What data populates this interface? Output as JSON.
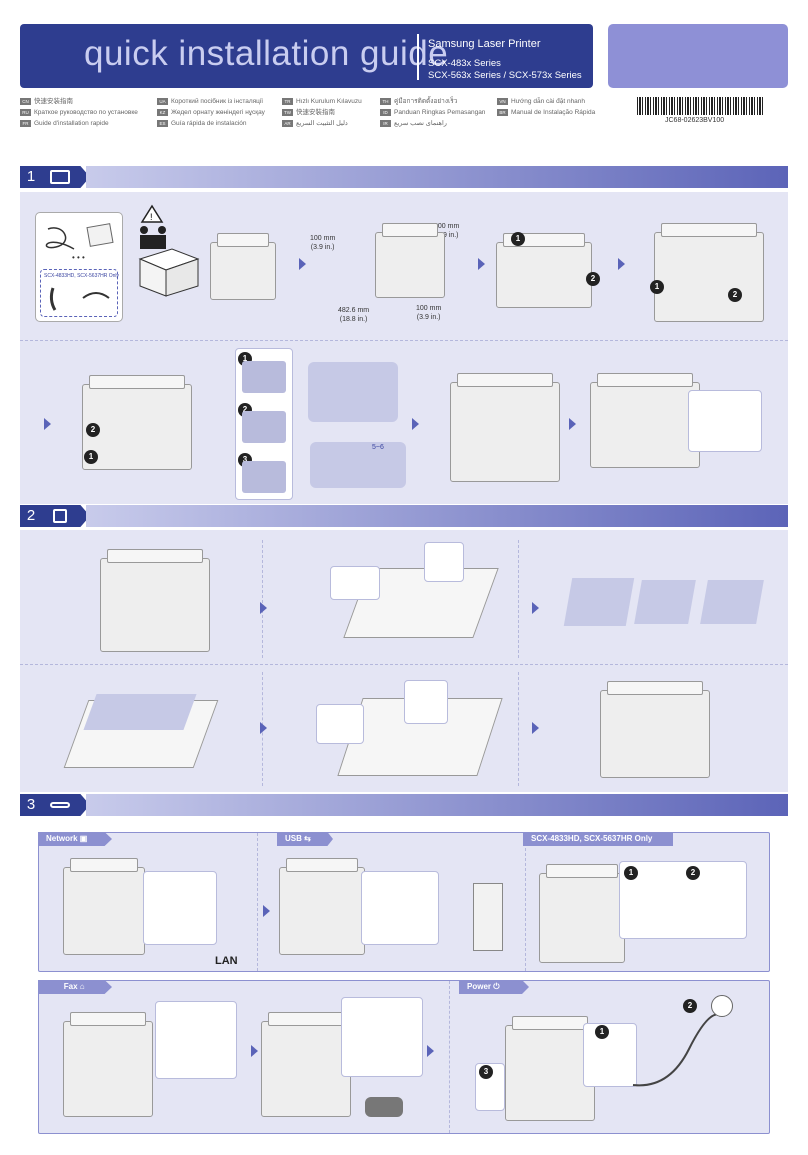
{
  "header": {
    "title": "quick installation guide",
    "brand": "Samsung Laser Printer",
    "series_line1": "SCX-483x Series",
    "series_line2": "SCX-563x Series / SCX-573x Series"
  },
  "languages": [
    {
      "code": "CN",
      "text": "快速安装指南"
    },
    {
      "code": "RU",
      "text": "Краткое руководство по установке"
    },
    {
      "code": "FR",
      "text": "Guide d'installation rapide"
    },
    {
      "code": "UA",
      "text": "Короткий посібник із інсталяції"
    },
    {
      "code": "KZ",
      "text": "Жедел орнату жөніндегі нұсқау"
    },
    {
      "code": "ES",
      "text": "Guía rápida de instalación"
    },
    {
      "code": "TR",
      "text": "Hızlı Kurulum Kılavuzu"
    },
    {
      "code": "TW",
      "text": "快速安裝指南"
    },
    {
      "code": "AR",
      "text": "دليل التثبيت السريع"
    },
    {
      "code": "TH",
      "text": "คู่มือการติดตั้งอย่างเร็ว"
    },
    {
      "code": "ID",
      "text": "Panduan Ringkas Pemasangan"
    },
    {
      "code": "IR",
      "text": "راهنمای نصب سریع"
    },
    {
      "code": "VN",
      "text": "Hướng dẫn cài đặt nhanh"
    },
    {
      "code": "BR",
      "text": "Manual de Instalação Rápida"
    }
  ],
  "part_number": "JC68-02623BV100",
  "sections": [
    {
      "number": "1",
      "icon": "box-icon"
    },
    {
      "number": "2",
      "icon": "paper-icon"
    },
    {
      "number": "3",
      "icon": "cable-icon"
    }
  ],
  "step1": {
    "only_label": "SCX-4833HD, SCX-5637HR Only",
    "ellipsis": "• • •",
    "dim_top_left": "100 mm\n(3.9 in.)",
    "dim_top_right": "100 mm\n(3.9 in.)",
    "dim_bottom_left": "482.6 mm\n(18.8 in.)",
    "dim_bottom_right": "100 mm\n(3.9 in.)",
    "shake_label": "5~6"
  },
  "step3": {
    "network_label": "Network",
    "usb_label": "USB",
    "lan_label": "LAN",
    "only_label": "SCX-4833HD, SCX-5637HR Only",
    "fax_label": "Fax",
    "power_label": "Power"
  },
  "badges": [
    "1",
    "2",
    "3"
  ]
}
